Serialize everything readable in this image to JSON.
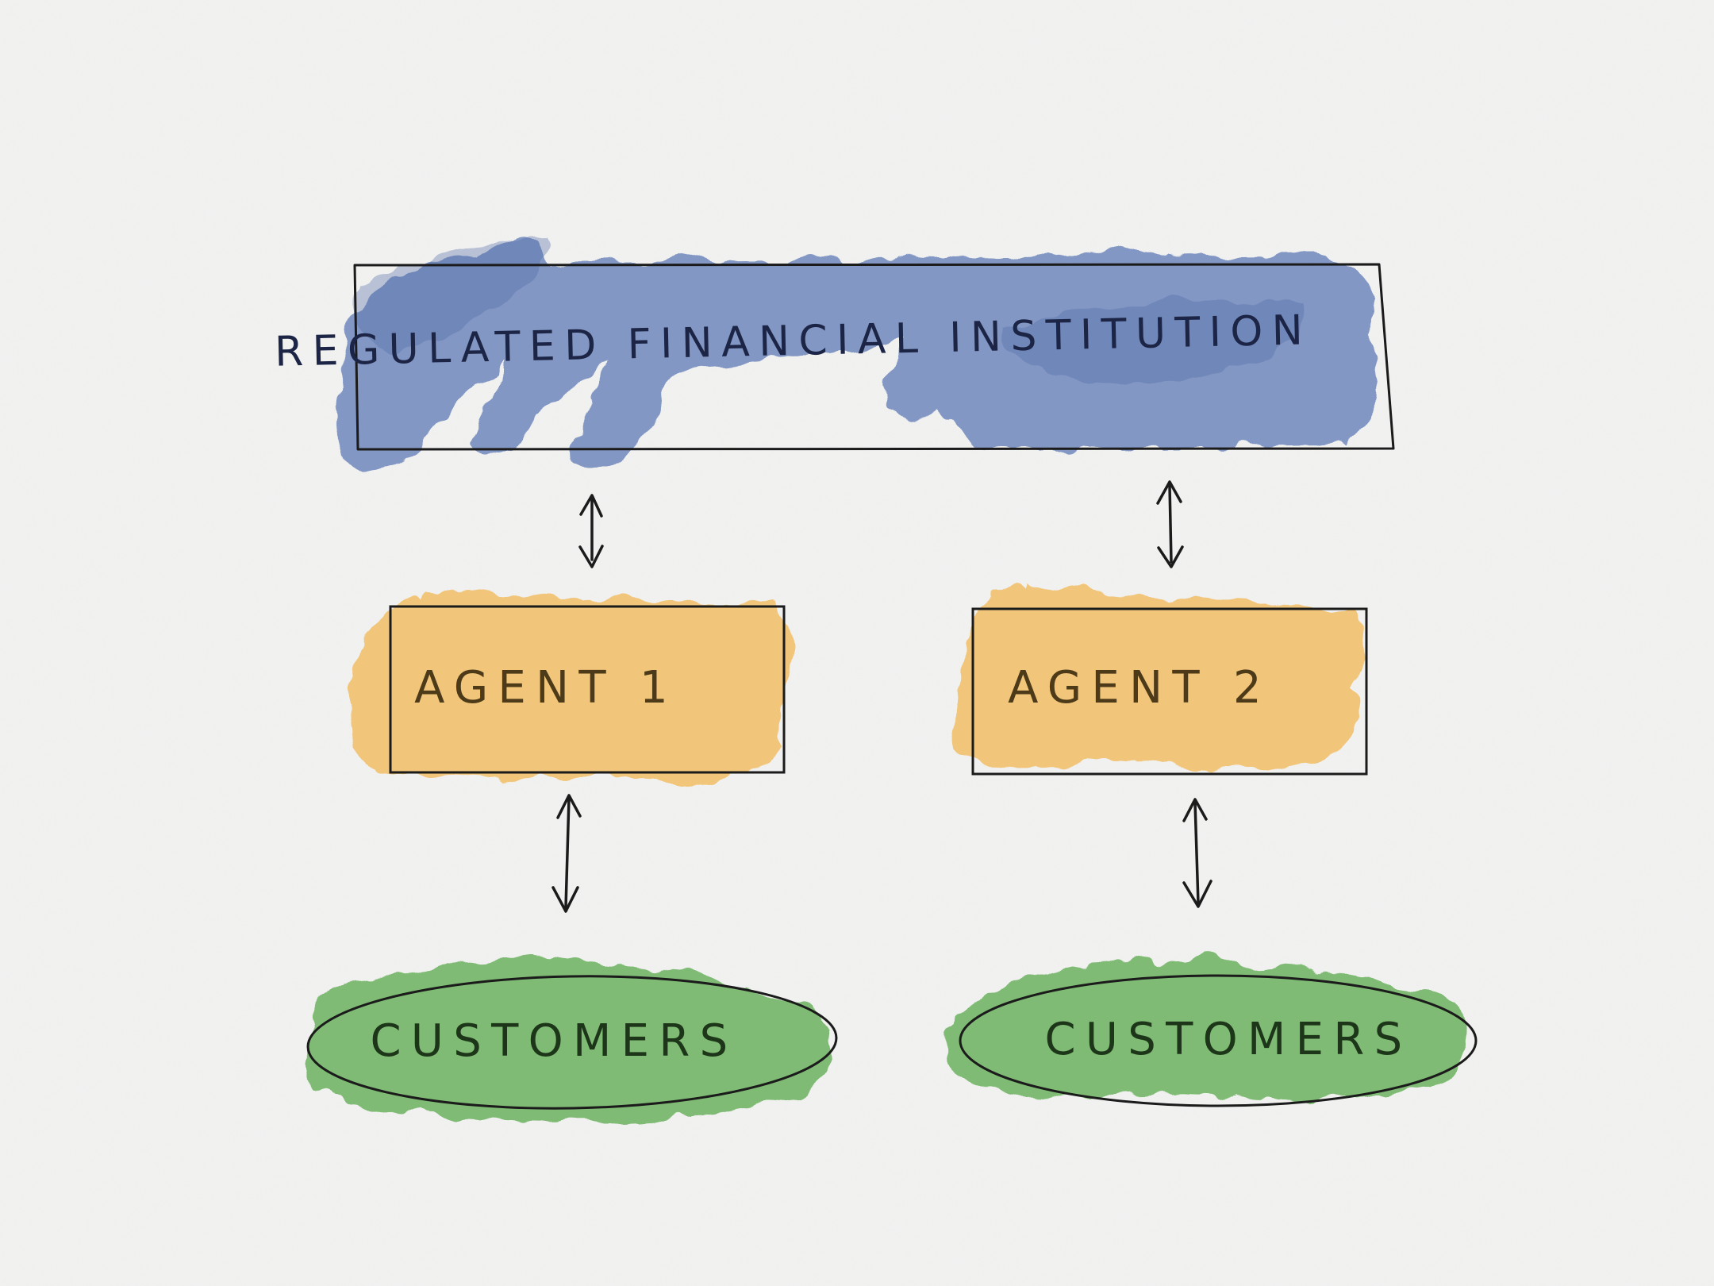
{
  "colors": {
    "paper": "#f2f2f1",
    "institution_wash": "#6f88bd",
    "institution_wash_dark": "#4f6aa6",
    "agent_wash": "#f2be66",
    "customers_wash": "#6cb25e",
    "ink": "#1b1b1b",
    "institution_text": "#1c2545",
    "agent_text": "#4d3a18",
    "customers_text": "#1d3619"
  },
  "nodes": {
    "institution": {
      "label": "REGULATED FINANCIAL INSTITUTION"
    },
    "agent_1": {
      "label": "AGENT 1"
    },
    "agent_2": {
      "label": "AGENT 2"
    },
    "customers_1": {
      "label": "CUSTOMERS"
    },
    "customers_2": {
      "label": "CUSTOMERS"
    }
  },
  "edges": [
    {
      "from": "institution",
      "to": "agent_1",
      "style": "double-arrow"
    },
    {
      "from": "institution",
      "to": "agent_2",
      "style": "double-arrow"
    },
    {
      "from": "agent_1",
      "to": "customers_1",
      "style": "double-arrow"
    },
    {
      "from": "agent_2",
      "to": "customers_2",
      "style": "double-arrow"
    }
  ]
}
